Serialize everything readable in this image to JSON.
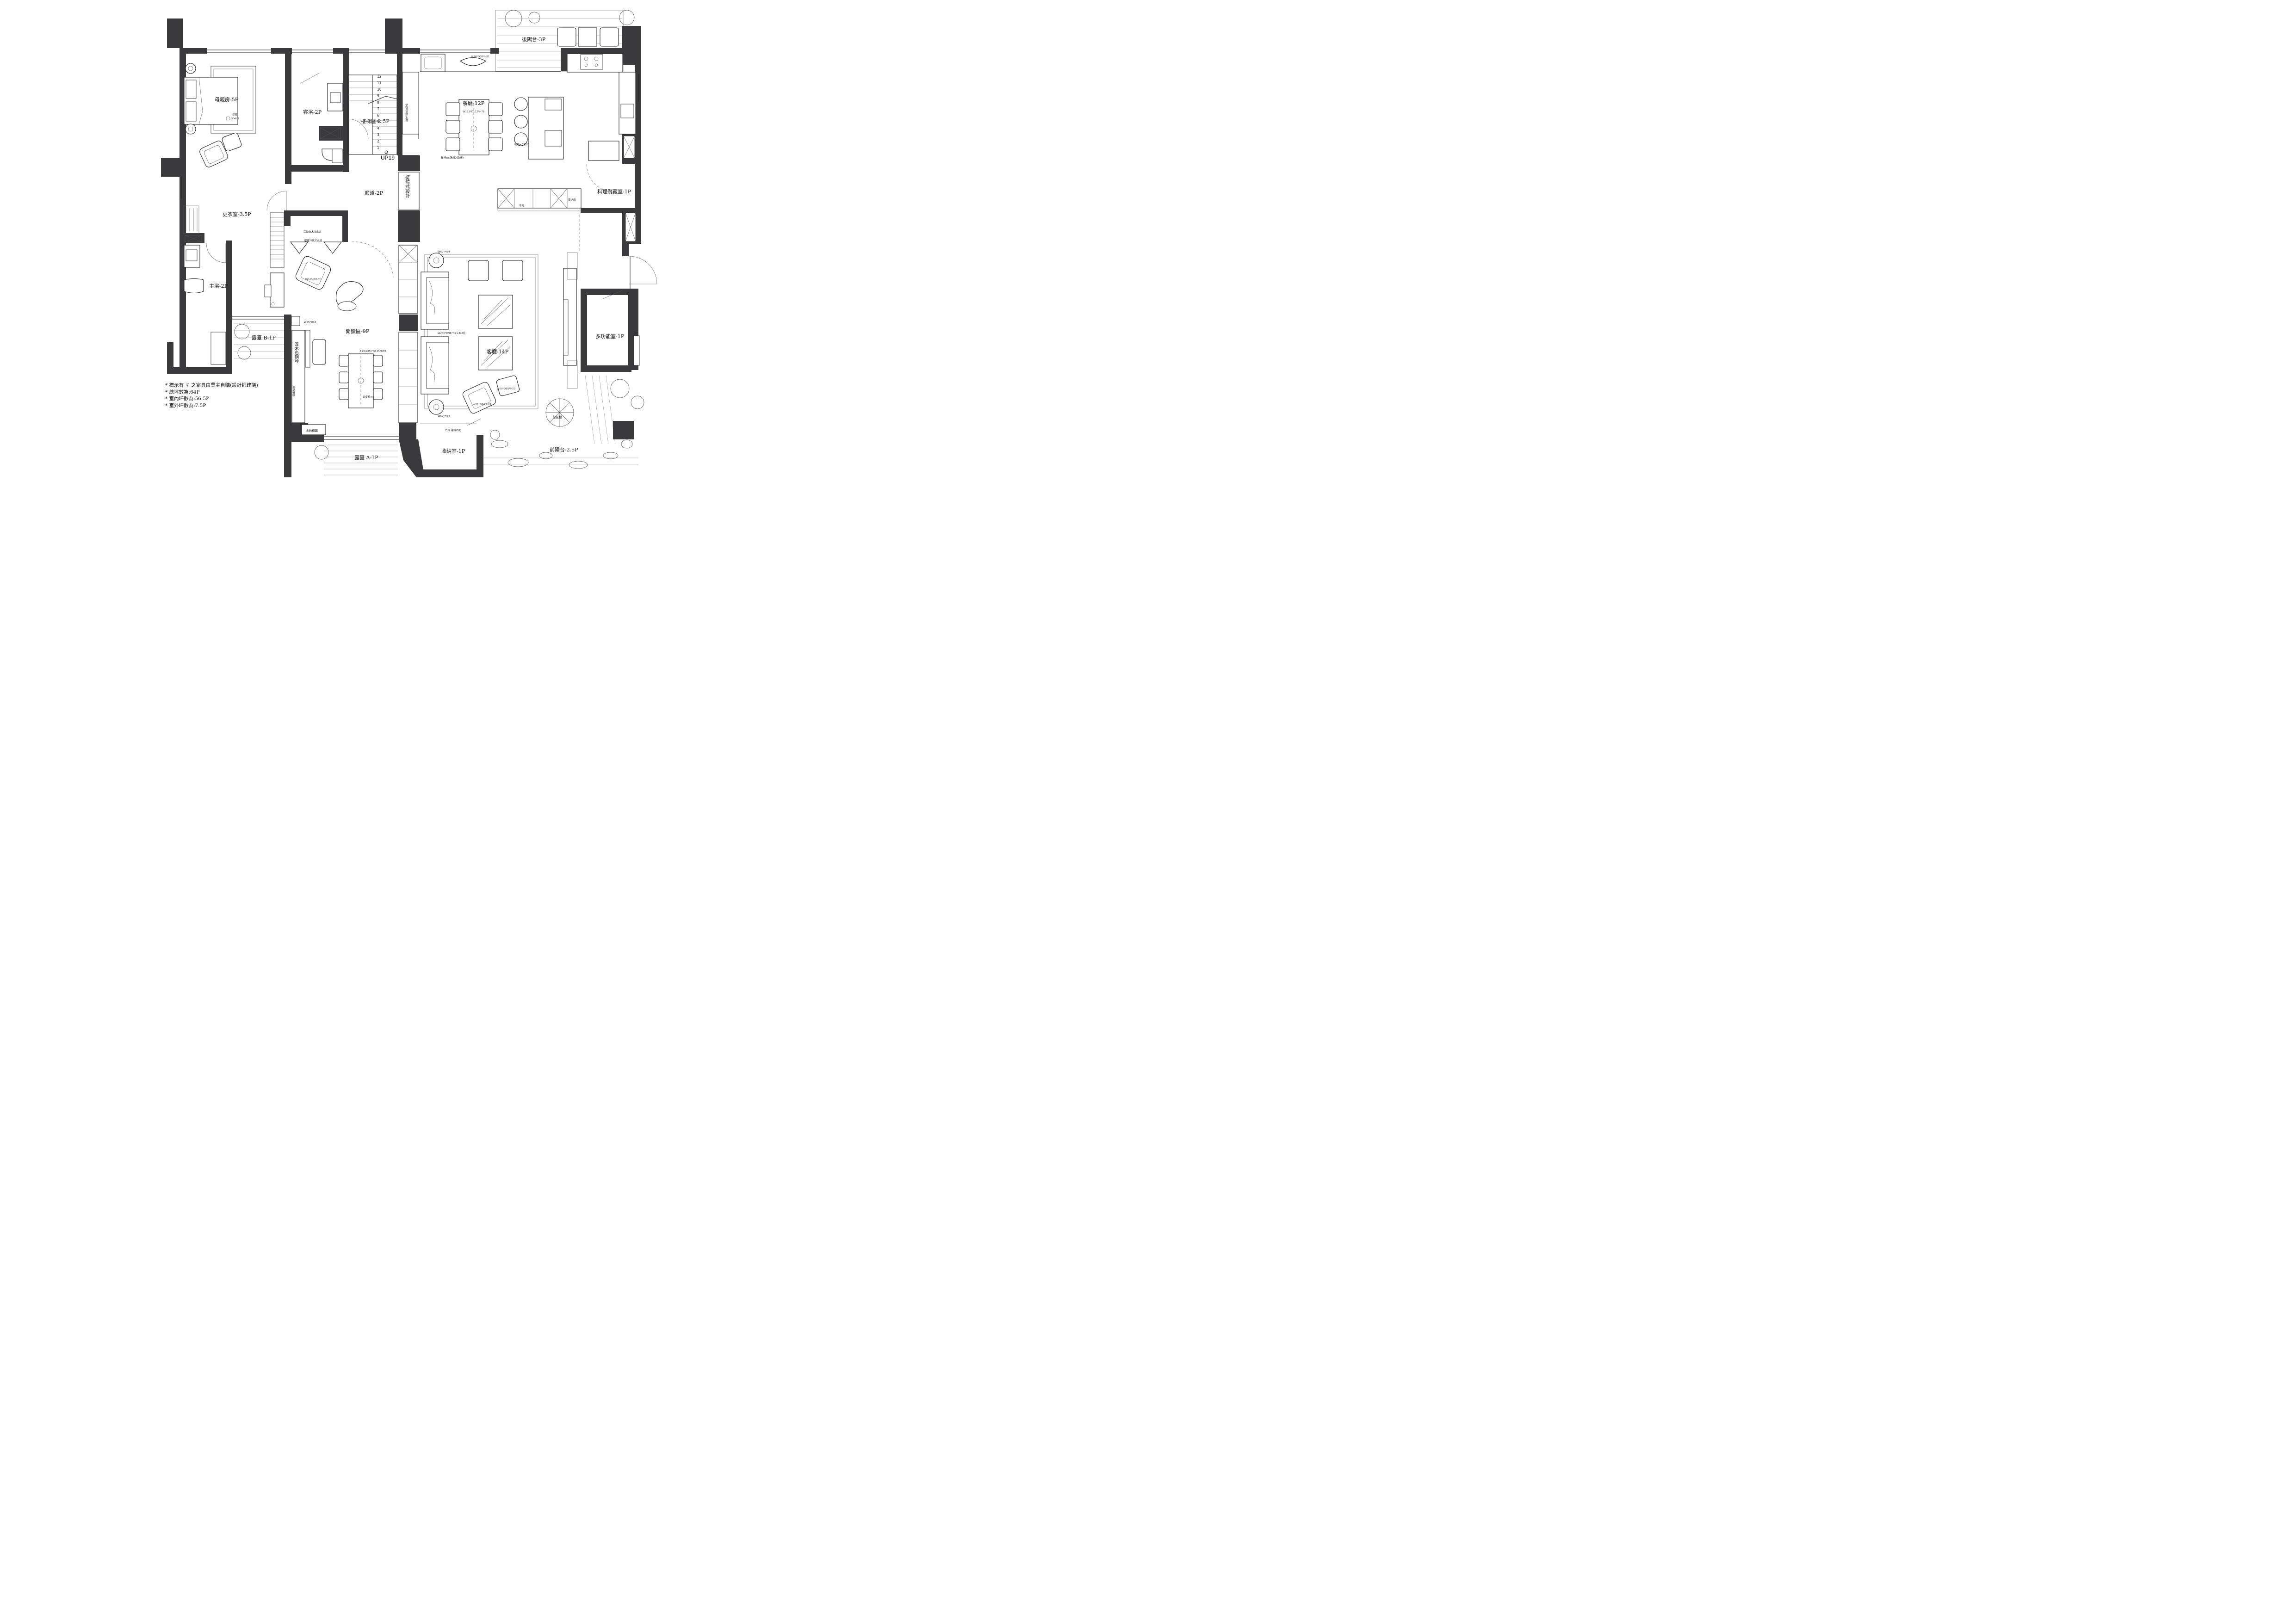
{
  "rooms": {
    "master_bedroom": "母親房-5P",
    "guest_bath": "客浴-2P",
    "stair_area": "樓梯區-2.5P",
    "dining": "餐廳-12P",
    "rear_balcony": "後陽台-3P",
    "pantry": "料理儲藏室-1P",
    "corridor": "廊道-2P",
    "closet": "更衣室-3.5P",
    "master_bath": "主浴-2P",
    "reading": "閱讀區-9P",
    "terrace_b": "露臺 B-1P",
    "terrace_a": "露臺 A-1P",
    "living": "客廳-14P",
    "multi_function": "多功能室-1P",
    "storage": "收納室-1P",
    "front_balcony": "前陽台-2.5P"
  },
  "labels": {
    "up19": "UP19",
    "wall_niche": "壁體式設計",
    "storage_cabinet": "收納櫃器",
    "deep_piano": "深木色鋼琴",
    "xmas_tree": "聖誕樹",
    "rug_note": "標準",
    "rug_size": "5'x6'2",
    "dining_table": "W173*D112*H76",
    "dining_chairs": "餐椅×6張(藍/紅/黃)",
    "bar_stools": "吧椅×3張(白)",
    "sink_cab": "W96*D35*H81",
    "sofa_size": "W200*D96*H91.4(2座)",
    "side_table_1": "W67*H64",
    "side_table_2": "W67*H64",
    "armchair_1": "W81*D96*H89",
    "armchair_2": "W69*D55*H53",
    "reading_chair": "W105*D102",
    "small_table": "W55*D33",
    "study_table": "193(285)*D115*H78",
    "study_chairs": "書桌椅×6",
    "folding_bed": "活動自水收此處",
    "wall_heater": "壁掛冷氣於此處",
    "wall_heater_2": "壁掛冷氣於此處",
    "door_note": "門片:建議內開",
    "fridge": "冰箱",
    "oven": "蒸烤箱",
    "study_side": "書桌儲櫃"
  },
  "stairs": [
    "1",
    "2",
    "3",
    "4",
    "5",
    "6",
    "7",
    "8",
    "9",
    "10",
    "11",
    "12"
  ],
  "notes": [
    "* 標示有 ☼ 之家具由業主自購(設計師建議)",
    "* 總坪數為:64P",
    "* 室內坪數為:56.5P",
    "* 室外坪數為:7.5P"
  ],
  "colors": {
    "wall": "#3a3a3c",
    "line": "#222222",
    "background": "#ffffff"
  }
}
